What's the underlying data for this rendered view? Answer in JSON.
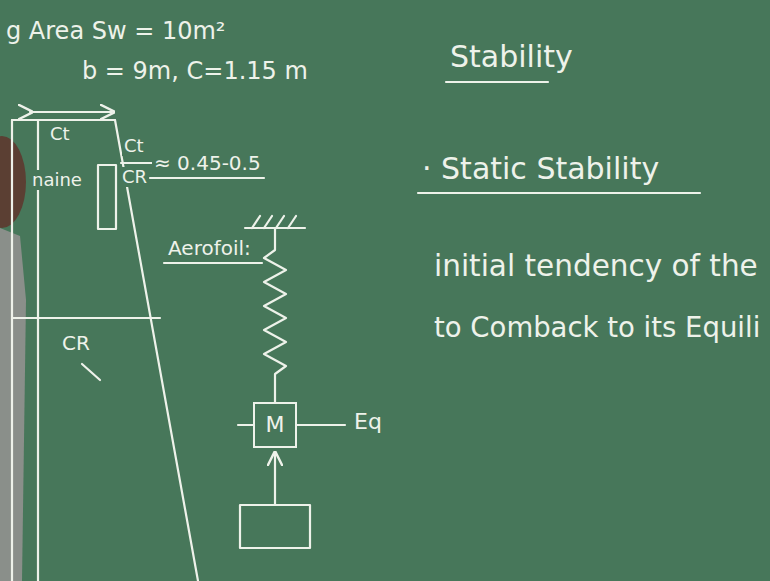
{
  "diagram": {
    "nodes": [
      {
        "text": [
          "M"
        ]
      }
    ],
    "labels": [
      "g Area Sw = 10m²",
      "b = 9m, C=1.15 m",
      "Ct",
      "Ct",
      "CR",
      "≈ 0.45-0.5",
      "Aerofoil:",
      "naine",
      "CR",
      "Eq",
      "Stability",
      "· Static Stability",
      "initial tendency of the",
      "to Comback to its Equili"
    ]
  }
}
